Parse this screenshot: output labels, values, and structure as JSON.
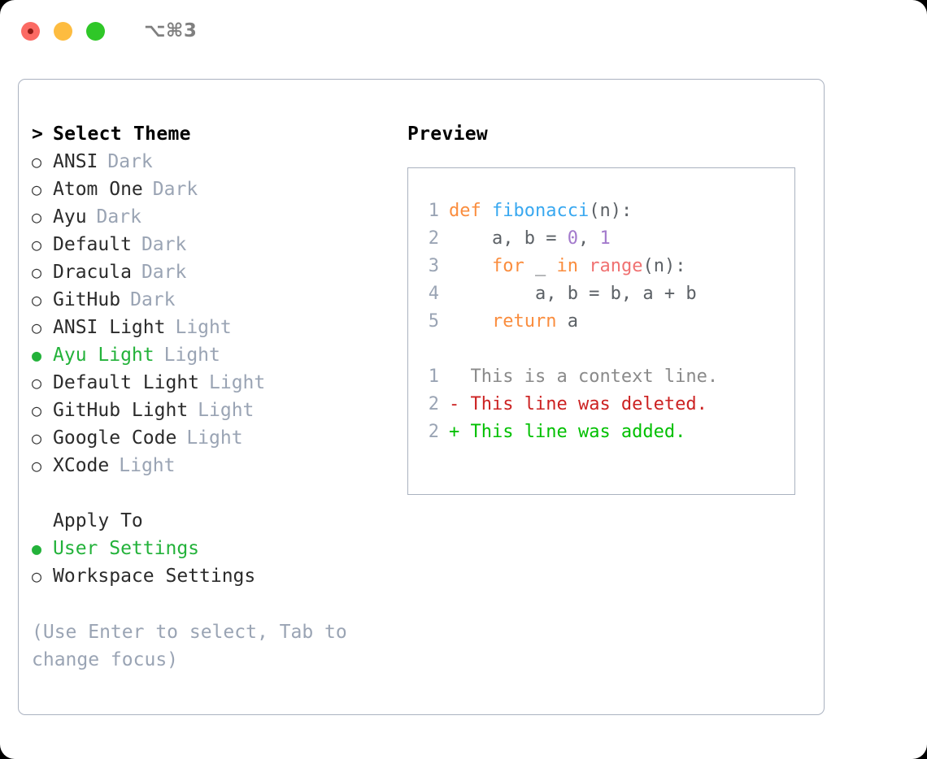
{
  "titlebar": {
    "shortcut": "⌥⌘3",
    "lights": [
      "close-red",
      "minimize-yellow",
      "zoom-green"
    ]
  },
  "colors": {
    "selected_green": "#23b23a",
    "muted_gray": "#9aa4b4",
    "border": "#aab2c0",
    "keyword_orange": "#fa8d3e",
    "function_blue": "#39a8f0",
    "call_red": "#f07171",
    "number_purple": "#a37acc",
    "diff_deleted": "#cc2222",
    "diff_added": "#00c000"
  },
  "theme_list": {
    "header_marker": ">",
    "header_label": "Select Theme",
    "marker_off": "○",
    "marker_on": "●",
    "items": [
      {
        "marker": "○",
        "label": "ANSI",
        "variant": "Dark",
        "selected": false
      },
      {
        "marker": "○",
        "label": "Atom One",
        "variant": "Dark",
        "selected": false
      },
      {
        "marker": "○",
        "label": "Ayu",
        "variant": "Dark",
        "selected": false
      },
      {
        "marker": "○",
        "label": "Default",
        "variant": "Dark",
        "selected": false
      },
      {
        "marker": "○",
        "label": "Dracula",
        "variant": "Dark",
        "selected": false
      },
      {
        "marker": "○",
        "label": "GitHub",
        "variant": "Dark",
        "selected": false
      },
      {
        "marker": "○",
        "label": "ANSI Light",
        "variant": "Light",
        "selected": false
      },
      {
        "marker": "●",
        "label": "Ayu Light",
        "variant": "Light",
        "selected": true
      },
      {
        "marker": "○",
        "label": "Default Light",
        "variant": "Light",
        "selected": false
      },
      {
        "marker": "○",
        "label": "GitHub Light",
        "variant": "Light",
        "selected": false
      },
      {
        "marker": "○",
        "label": "Google Code",
        "variant": "Light",
        "selected": false
      },
      {
        "marker": "○",
        "label": "XCode",
        "variant": "Light",
        "selected": false
      }
    ]
  },
  "apply_to": {
    "header_label": "Apply To",
    "items": [
      {
        "marker": "●",
        "label": "User Settings",
        "selected": true
      },
      {
        "marker": "○",
        "label": "Workspace Settings",
        "selected": false
      }
    ]
  },
  "hint": {
    "line1": "(Use Enter to select, Tab to",
    "line2": "change focus)"
  },
  "preview": {
    "title": "Preview",
    "code": [
      {
        "no": "1",
        "tokens": [
          {
            "t": "def ",
            "c": "kw"
          },
          {
            "t": "fibonacci",
            "c": "fn"
          },
          {
            "t": "(n):",
            "c": "pln"
          }
        ]
      },
      {
        "no": "2",
        "tokens": [
          {
            "t": "    a, b = ",
            "c": "pln"
          },
          {
            "t": "0",
            "c": "num"
          },
          {
            "t": ", ",
            "c": "pln"
          },
          {
            "t": "1",
            "c": "num"
          }
        ]
      },
      {
        "no": "3",
        "tokens": [
          {
            "t": "    ",
            "c": "pln"
          },
          {
            "t": "for",
            "c": "kw"
          },
          {
            "t": " _ ",
            "c": "pln"
          },
          {
            "t": "in",
            "c": "kw"
          },
          {
            "t": " ",
            "c": "pln"
          },
          {
            "t": "range",
            "c": "call"
          },
          {
            "t": "(n):",
            "c": "pln"
          }
        ]
      },
      {
        "no": "4",
        "tokens": [
          {
            "t": "        a, b = b, a + b",
            "c": "pln"
          }
        ]
      },
      {
        "no": "5",
        "tokens": [
          {
            "t": "    ",
            "c": "pln"
          },
          {
            "t": "return",
            "c": "kw"
          },
          {
            "t": " a",
            "c": "pln"
          }
        ]
      }
    ],
    "diff": [
      {
        "no": "1",
        "prefix": "  ",
        "text": "This is a context line.",
        "kind": "ctx"
      },
      {
        "no": "2",
        "prefix": "- ",
        "text": "This line was deleted.",
        "kind": "del"
      },
      {
        "no": "2",
        "prefix": "+ ",
        "text": "This line was added.",
        "kind": "add"
      }
    ]
  }
}
